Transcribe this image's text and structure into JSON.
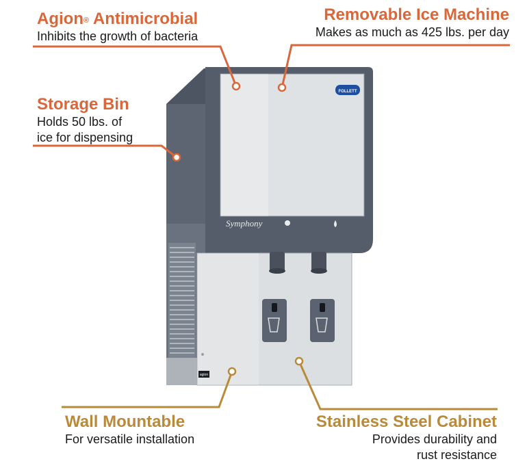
{
  "colors": {
    "orange": "#d9673a",
    "gold": "#b98a3a",
    "cabinet_gray": "#5c6471",
    "steel": "#dcdfe2"
  },
  "callouts": {
    "agion": {
      "title": "Agion",
      "title_suffix": " Antimicrobial",
      "registered": "®",
      "desc": "Inhibits the growth of bacteria"
    },
    "removable": {
      "title": "Removable Ice Machine",
      "desc": "Makes as much as 425 lbs. per day"
    },
    "storage": {
      "title": "Storage Bin",
      "desc_line1": "Holds 50 lbs. of",
      "desc_line2": "ice for dispensing"
    },
    "wall": {
      "title": "Wall Mountable",
      "desc": "For versatile installation"
    },
    "stainless": {
      "title": "Stainless Steel Cabinet",
      "desc_line1": "Provides durability and",
      "desc_line2": "rust resistance"
    }
  },
  "product": {
    "brand_badge": "FOLLETT",
    "model_script": "Symphony",
    "agion_label": "agion"
  }
}
